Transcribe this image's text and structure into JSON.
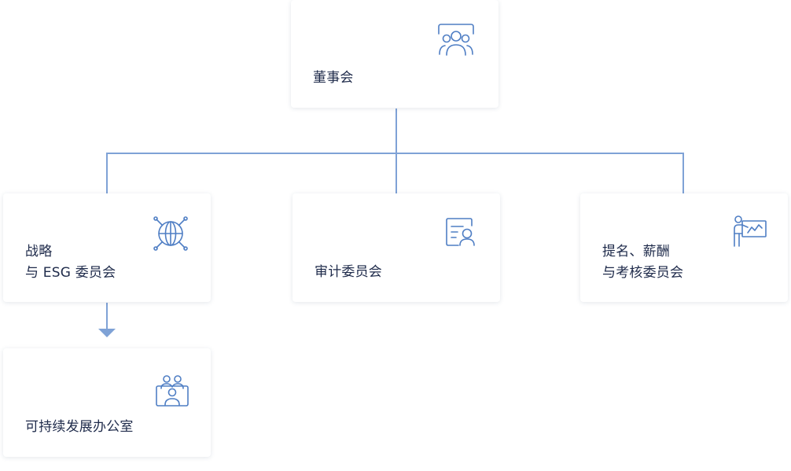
{
  "colors": {
    "accent": "#4f7ec4",
    "connector": "#7fa2d6",
    "text": "#1e2a4a"
  },
  "board": {
    "label": "董事会",
    "icon": "group-people-icon"
  },
  "strategy_committee": {
    "line1": "战略",
    "line2": "与 ESG 委员会",
    "icon": "globe-network-icon"
  },
  "audit_committee": {
    "label": "审计委员会",
    "icon": "document-person-icon"
  },
  "nomination_committee": {
    "line1": "提名、薪酬",
    "line2": "与考核委员会",
    "icon": "presenter-chart-icon"
  },
  "sustainability_office": {
    "label": "可持续发展办公室",
    "icon": "team-people-icon"
  }
}
